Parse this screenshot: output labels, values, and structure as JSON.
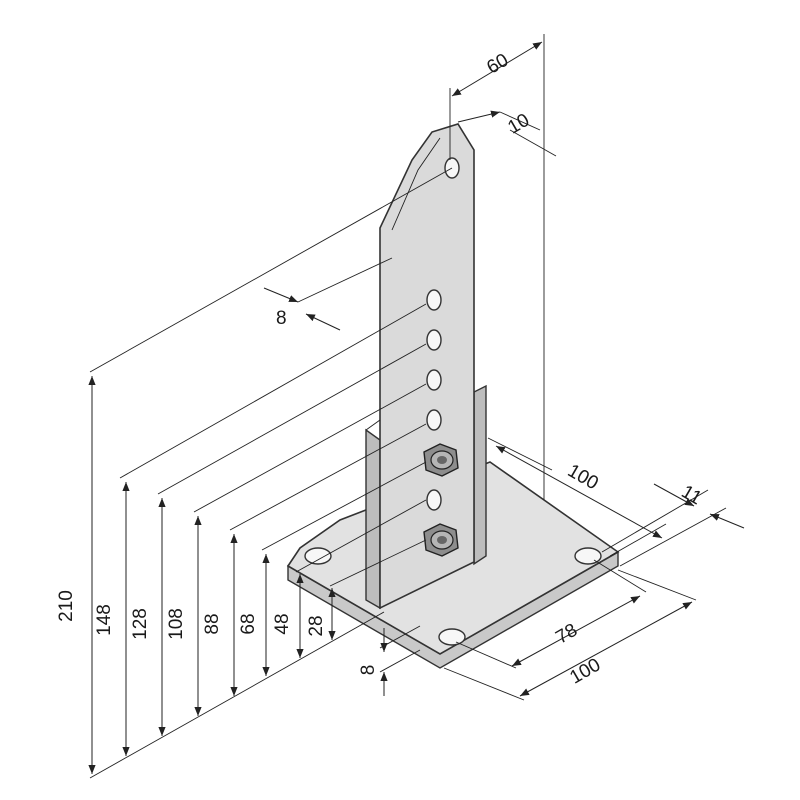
{
  "dimensions": {
    "width_top": "60",
    "top_offset": "10",
    "slot_gap": "8",
    "h210": "210",
    "h148": "148",
    "h128": "128",
    "h108": "108",
    "h88": "88",
    "h68": "68",
    "h48": "48",
    "h28": "28",
    "plate_thickness": "8",
    "base_depth": "100",
    "hole_offset": "11",
    "hole_spacing": "78",
    "base_width": "100"
  }
}
